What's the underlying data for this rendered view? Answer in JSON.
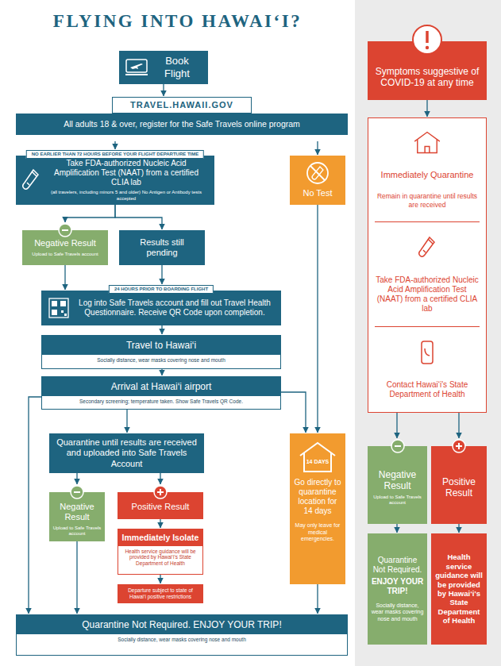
{
  "diagram": {
    "title": "FLYING INTO HAWAI‘I?",
    "nodes": [
      {
        "text": [
          "Book Flight"
        ]
      },
      {
        "text": [
          "TRAVEL.HAWAII.GOV",
          "All adults 18 & over, register for the Safe Travels online program"
        ]
      },
      {
        "text": [
          "NO EARLIER THAN 72 HOURS BEFORE YOUR FLIGHT DEPARTURE TIME",
          "Take FDA-authorized Nucleic Acid Amplification Test (NAAT) from a certified CLIA lab",
          "(all travelers, including minors 5 and older) No Antigen or Antibody tests accepted"
        ]
      },
      {
        "text": [
          "No Test"
        ]
      },
      {
        "text": [
          "Negative Result",
          "Upload to Safe Travels account"
        ]
      },
      {
        "text": [
          "Results still pending"
        ]
      },
      {
        "text": [
          "24 HOURS PRIOR TO BOARDING FLIGHT",
          "Log into Safe Travels account and fill out Travel Health Questionnaire. Receive QR Code upon completion."
        ]
      },
      {
        "text": [
          "Travel to Hawai‘i",
          "Socially distance, wear masks covering nose and mouth"
        ]
      },
      {
        "text": [
          "Arrival at Hawai‘i airport",
          "Secondary screening; temperature taken. Show Safe Travels QR Code."
        ]
      },
      {
        "text": [
          "Quarantine until results are received and uploaded into Safe Travels Account"
        ]
      },
      {
        "text": [
          "14 DAYS",
          "Go directly to quarantine location for 14 days",
          "May only leave for medical emergencies."
        ]
      },
      {
        "text": [
          "Negative Result",
          "Upload to Safe Travels account"
        ]
      },
      {
        "text": [
          "Positive Result"
        ]
      },
      {
        "text": [
          "Immediately Isolate",
          "Health service guidance will be provided by Hawai‘i's State Department of Health"
        ]
      },
      {
        "text": [
          "Departure subject to state of Hawai‘i positive restrictions"
        ]
      },
      {
        "text": [
          "Quarantine Not Required. ENJOY YOUR TRIP!",
          "Socially distance, wear masks covering nose and mouth"
        ]
      },
      {
        "text": [
          "Symptoms suggestive of COVID-19 at any time"
        ]
      },
      {
        "text": [
          "Immediately Quarantine",
          "Remain in quarantine until results are received",
          "Take FDA-authorized Nucleic Acid Amplification Test (NAAT) from a certified CLIA lab",
          "Contact Hawai‘i's State Department of Health"
        ]
      },
      {
        "text": [
          "Negative Result",
          "Upload to Safe Travels account"
        ]
      },
      {
        "text": [
          "Positive Result"
        ]
      },
      {
        "text": [
          "Quarantine Not Required.",
          "ENJOY YOUR TRIP!",
          "Socially distance, wear masks covering nose and mouth"
        ]
      },
      {
        "text": [
          "Health service guidance will be provided by Hawai‘i's State Department of Health"
        ]
      }
    ],
    "edges": [
      {
        "from": 0,
        "to": 1,
        "arrow": "to"
      },
      {
        "from": 1,
        "to": 2,
        "arrow": "to"
      },
      {
        "from": 1,
        "to": 3,
        "arrow": "to"
      },
      {
        "from": 2,
        "to": 4,
        "arrow": "to"
      },
      {
        "from": 2,
        "to": 5,
        "arrow": "to"
      },
      {
        "from": 4,
        "to": 6,
        "arrow": "to"
      },
      {
        "from": 5,
        "to": 6,
        "arrow": "to"
      },
      {
        "from": 6,
        "to": 7,
        "arrow": "to"
      },
      {
        "from": 7,
        "to": 8,
        "arrow": "to"
      },
      {
        "from": 8,
        "to": 9,
        "arrow": "to"
      },
      {
        "from": 8,
        "to": 15,
        "arrow": "to"
      },
      {
        "from": 8,
        "to": 10,
        "arrow": "to"
      },
      {
        "from": 3,
        "to": 10,
        "arrow": "to"
      },
      {
        "from": 9,
        "to": 11,
        "arrow": "to"
      },
      {
        "from": 9,
        "to": 12,
        "arrow": "to"
      },
      {
        "from": 11,
        "to": 15,
        "arrow": "to"
      },
      {
        "from": 12,
        "to": 13,
        "arrow": "to"
      },
      {
        "from": 13,
        "to": 14,
        "arrow": "to"
      },
      {
        "from": 10,
        "to": 15,
        "arrow": "to"
      },
      {
        "from": 16,
        "to": 17,
        "arrow": "to"
      },
      {
        "from": 17,
        "to": 18,
        "arrow": "to"
      },
      {
        "from": 17,
        "to": 19,
        "arrow": "to"
      },
      {
        "from": 18,
        "to": 20,
        "arrow": "to"
      },
      {
        "from": 19,
        "to": 21,
        "arrow": "to"
      }
    ]
  }
}
